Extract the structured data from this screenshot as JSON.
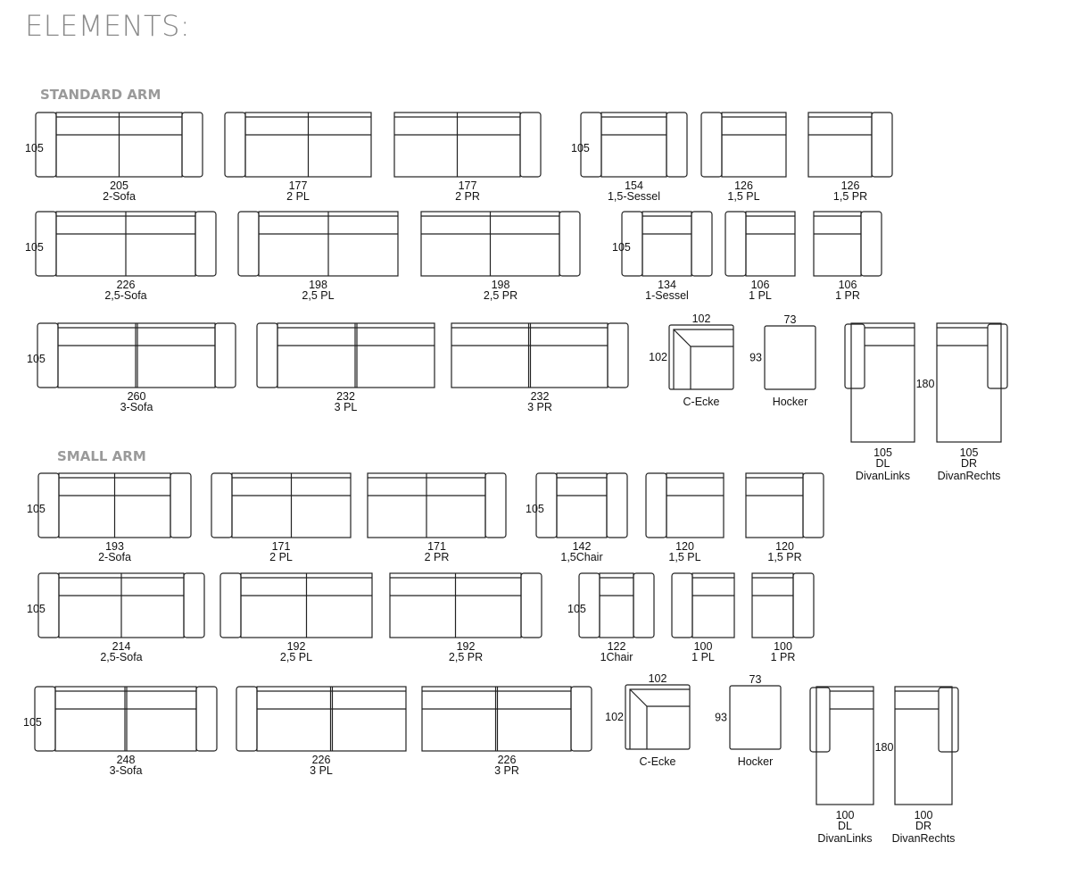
{
  "page": {
    "title": "ELEMENTS:"
  },
  "sections": [
    {
      "heading": "STANDARD ARM",
      "depth_label": "105",
      "rows": [
        [
          {
            "kind": "sofa",
            "seats": 2,
            "arms": "both",
            "width": "205",
            "name": "2-Sofa"
          },
          {
            "kind": "sofa",
            "seats": 2,
            "arms": "left",
            "width": "177",
            "name": "2 PL"
          },
          {
            "kind": "sofa",
            "seats": 2,
            "arms": "right",
            "width": "177",
            "name": "2 PR"
          },
          {
            "kind": "sofa",
            "seats": 1,
            "arms": "both",
            "width": "154",
            "name": "1,5-Sessel",
            "depth": "105"
          },
          {
            "kind": "sofa",
            "seats": 1,
            "arms": "left",
            "width": "126",
            "name": "1,5 PL"
          },
          {
            "kind": "sofa",
            "seats": 1,
            "arms": "right",
            "width": "126",
            "name": "1,5 PR"
          }
        ],
        [
          {
            "kind": "sofa",
            "seats": 2,
            "arms": "both",
            "width": "226",
            "name": "2,5-Sofa"
          },
          {
            "kind": "sofa",
            "seats": 2,
            "arms": "left",
            "width": "198",
            "name": "2,5 PL"
          },
          {
            "kind": "sofa",
            "seats": 2,
            "arms": "right",
            "width": "198",
            "name": "2,5 PR"
          },
          {
            "kind": "sofa",
            "seats": 1,
            "arms": "both",
            "width": "134",
            "name": "1-Sessel",
            "depth": "105"
          },
          {
            "kind": "sofa",
            "seats": 1,
            "arms": "left",
            "width": "106",
            "name": "1 PL"
          },
          {
            "kind": "sofa",
            "seats": 1,
            "arms": "right",
            "width": "106",
            "name": "1 PR"
          }
        ],
        [
          {
            "kind": "sofa",
            "seats": 2,
            "arms": "both",
            "cushion_split": "boxed",
            "width": "260",
            "name": "3-Sofa"
          },
          {
            "kind": "sofa",
            "seats": 2,
            "arms": "left",
            "cushion_split": "boxed",
            "width": "232",
            "name": "3 PL"
          },
          {
            "kind": "sofa",
            "seats": 2,
            "arms": "right",
            "cushion_split": "boxed",
            "width": "232",
            "name": "3 PR"
          },
          {
            "kind": "corner",
            "top": "102",
            "side": "102",
            "name": "C-Ecke"
          },
          {
            "kind": "ottoman",
            "top": "73",
            "side": "93",
            "name": "Hocker"
          },
          {
            "kind": "divan",
            "width": "105",
            "code": "DL",
            "name": "DivanLinks"
          },
          {
            "kind": "divan",
            "width": "105",
            "code": "DR",
            "name": "DivanRechts",
            "depth": "180"
          }
        ]
      ]
    },
    {
      "heading": "SMALL ARM",
      "depth_label": "105",
      "rows": [
        [
          {
            "kind": "sofa",
            "seats": 2,
            "arms": "both",
            "width": "193",
            "name": "2-Sofa"
          },
          {
            "kind": "sofa",
            "seats": 2,
            "arms": "left",
            "width": "171",
            "name": "2 PL"
          },
          {
            "kind": "sofa",
            "seats": 2,
            "arms": "right",
            "width": "171",
            "name": "2 PR"
          },
          {
            "kind": "sofa",
            "seats": 1,
            "arms": "both",
            "width": "142",
            "name": "1,5Chair",
            "depth": "105"
          },
          {
            "kind": "sofa",
            "seats": 1,
            "arms": "left",
            "width": "120",
            "name": "1,5 PL"
          },
          {
            "kind": "sofa",
            "seats": 1,
            "arms": "right",
            "width": "120",
            "name": "1,5 PR"
          }
        ],
        [
          {
            "kind": "sofa",
            "seats": 2,
            "arms": "both",
            "width": "214",
            "name": "2,5-Sofa"
          },
          {
            "kind": "sofa",
            "seats": 2,
            "arms": "left",
            "width": "192",
            "name": "2,5 PL"
          },
          {
            "kind": "sofa",
            "seats": 2,
            "arms": "right",
            "width": "192",
            "name": "2,5 PR"
          },
          {
            "kind": "sofa",
            "seats": 1,
            "arms": "both",
            "width": "122",
            "name": "1Chair",
            "depth": "105"
          },
          {
            "kind": "sofa",
            "seats": 1,
            "arms": "left",
            "width": "100",
            "name": "1 PL"
          },
          {
            "kind": "sofa",
            "seats": 1,
            "arms": "right",
            "width": "100",
            "name": "1 PR"
          }
        ],
        [
          {
            "kind": "sofa",
            "seats": 2,
            "arms": "both",
            "cushion_split": "boxed",
            "width": "248",
            "name": "3-Sofa"
          },
          {
            "kind": "sofa",
            "seats": 2,
            "arms": "left",
            "cushion_split": "boxed",
            "width": "226",
            "name": "3 PL"
          },
          {
            "kind": "sofa",
            "seats": 2,
            "arms": "right",
            "cushion_split": "boxed",
            "width": "226",
            "name": "3 PR"
          },
          {
            "kind": "corner",
            "top": "102",
            "side": "102",
            "name": "C-Ecke"
          },
          {
            "kind": "ottoman",
            "top": "73",
            "side": "93",
            "name": "Hocker"
          },
          {
            "kind": "divan",
            "width": "100",
            "code": "DL",
            "name": "DivanLinks"
          },
          {
            "kind": "divan",
            "width": "100",
            "code": "DR",
            "name": "DivanRechts",
            "depth": "180"
          }
        ]
      ]
    }
  ]
}
